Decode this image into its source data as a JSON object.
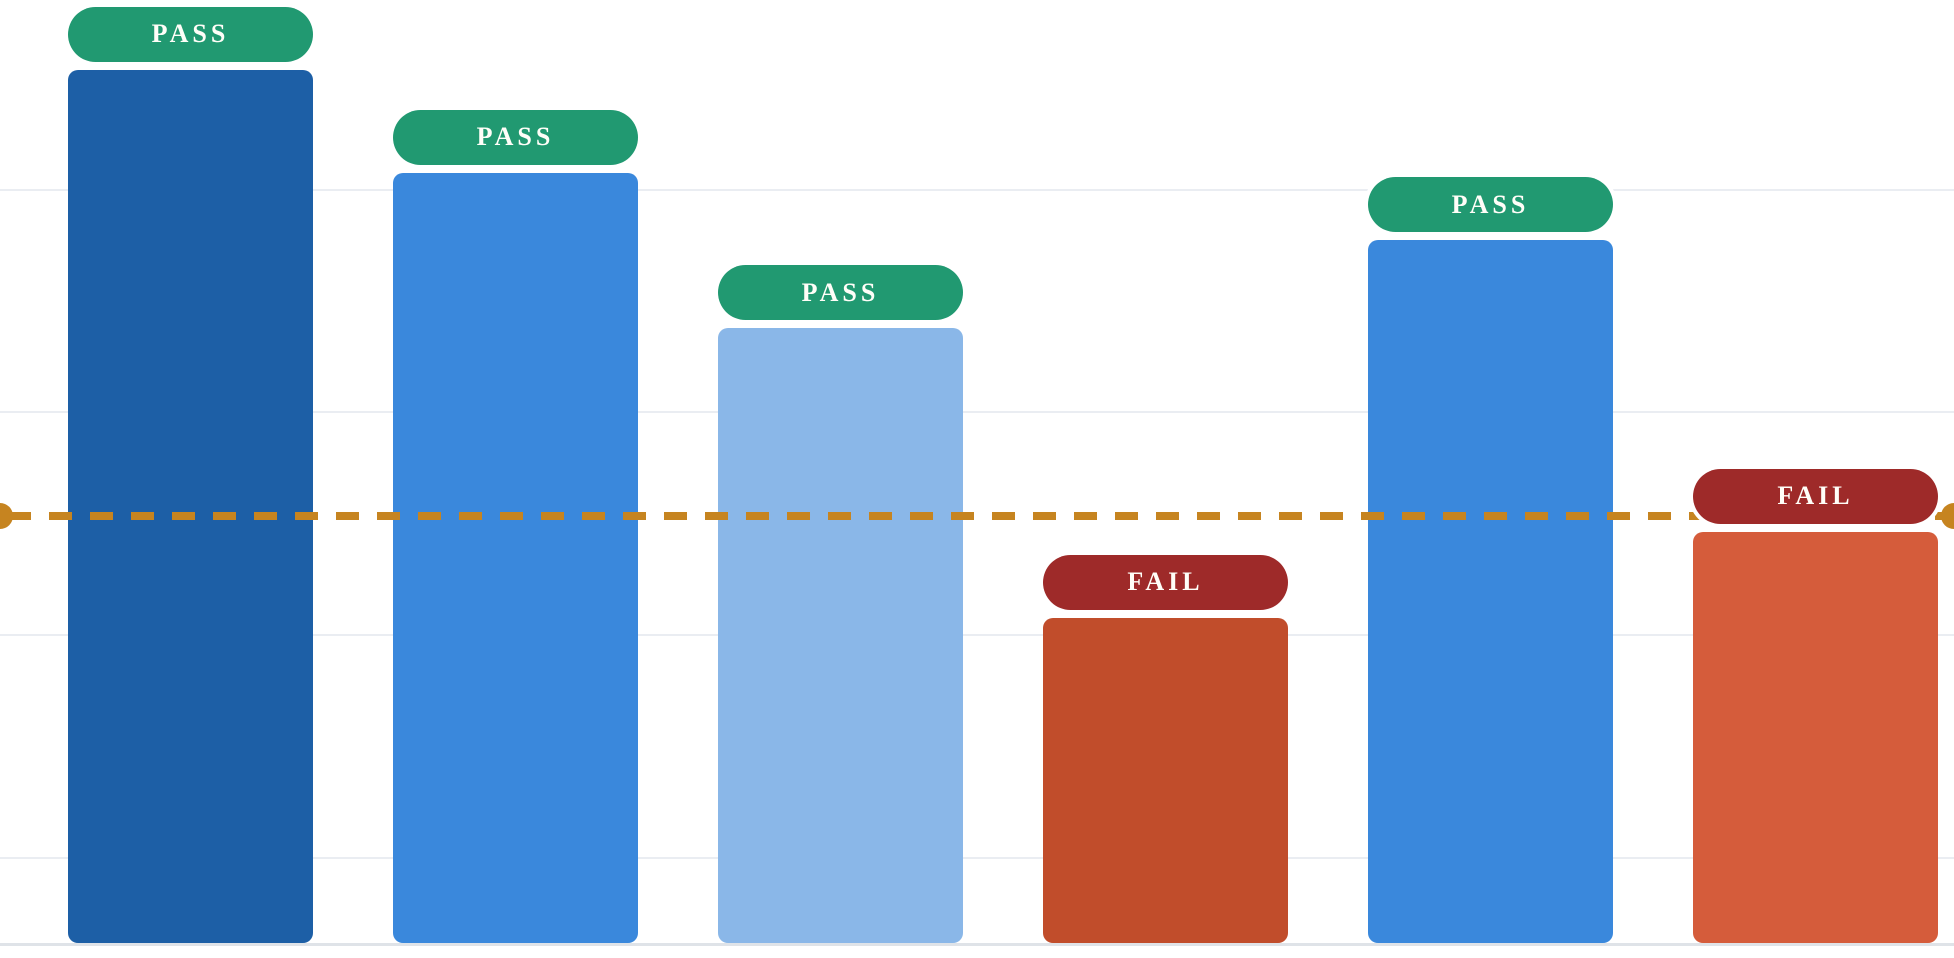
{
  "page": {
    "background_color": "#ffffff"
  },
  "chart_data": {
    "type": "bar",
    "title": "",
    "xlabel": "",
    "ylabel": "",
    "x_tick_labels": [],
    "y_tick_labels": [],
    "legend": null,
    "grid": true,
    "unit": "percent_of_plot_height",
    "ylim": [
      0,
      100
    ],
    "bars": [
      {
        "status": "PASS",
        "value": 92.6,
        "color": "#1d5fa6"
      },
      {
        "status": "PASS",
        "value": 81.7,
        "color": "#3a88dc"
      },
      {
        "status": "PASS",
        "value": 65.2,
        "color": "#8ab7e8"
      },
      {
        "status": "FAIL",
        "value": 34.5,
        "color": "#c14d2b"
      },
      {
        "status": "PASS",
        "value": 74.5,
        "color": "#3a88dc"
      },
      {
        "status": "FAIL",
        "value": 43.6,
        "color": "#d55c3b"
      }
    ],
    "threshold_line": {
      "value": 45.3,
      "color": "#c68420",
      "style": "dashed",
      "endpoint_dots": true
    },
    "gridline_values": [
      9.0,
      32.7,
      56.3,
      79.8
    ],
    "badge_colors": {
      "PASS": "#219971",
      "FAIL": "#9e2a29"
    },
    "badge_text_color": "#fffef8",
    "gridline_color": "#eaedf2",
    "baseline_color": "#dfe3e8"
  }
}
